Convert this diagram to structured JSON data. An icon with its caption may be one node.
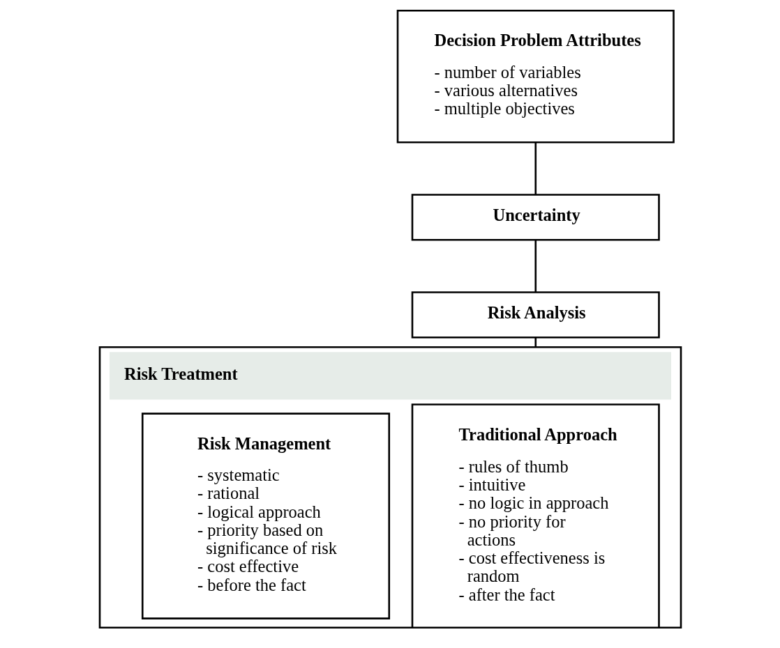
{
  "diagram": {
    "nodes": [
      {
        "text": [
          "Decision Problem Attributes",
          "- number of variables",
          "- various alternatives",
          "- multiple objectives"
        ]
      },
      {
        "text": [
          "Uncertainty"
        ]
      },
      {
        "text": [
          "Risk Analysis"
        ]
      },
      {
        "text": [
          "Risk Treatment"
        ]
      },
      {
        "text": [
          "Traditional Approach",
          "- rules of thumb",
          "- intuitive",
          "- no logic in approach",
          "- no priority for actions",
          "- cost effectiveness is random",
          "- after the fact"
        ],
        "in": 3
      },
      {
        "text": [
          "Risk Management",
          "- systematic",
          "- rational",
          "- logical approach",
          "- priority based on significance of risk",
          "- cost effective",
          "- before the fact"
        ],
        "in": 3
      }
    ],
    "edges": [
      {
        "from": 0,
        "to": 1,
        "arrow": "none"
      },
      {
        "from": 1,
        "to": 2,
        "arrow": "none"
      },
      {
        "from": 2,
        "to": 3,
        "arrow": "none"
      }
    ]
  }
}
